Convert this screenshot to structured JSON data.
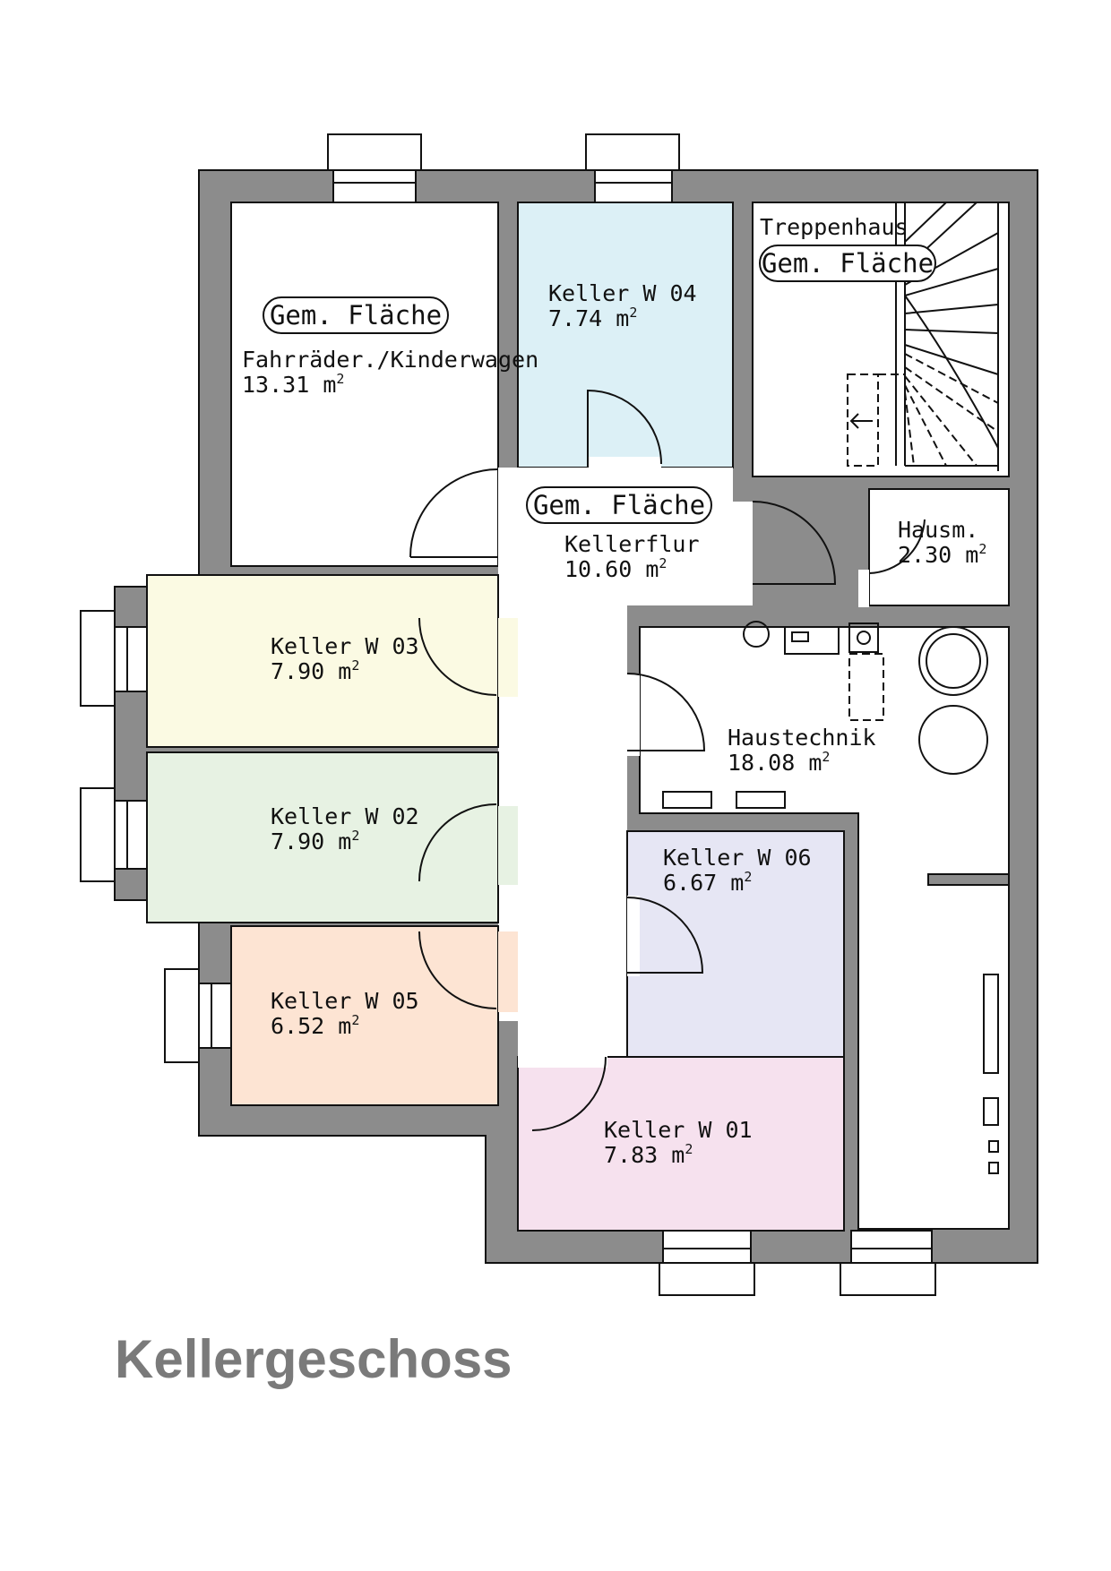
{
  "plan_title": "Kellergeschoss",
  "colors": {
    "wall": "#8c8c8c",
    "keller_w04": "#dcf0f6",
    "keller_w03": "#fbfae3",
    "keller_w02": "#e7f2e3",
    "keller_w05": "#fde4d3",
    "keller_w06": "#e6e6f4",
    "keller_w01": "#f6e1ee",
    "title_gray": "#7a7a7a"
  },
  "labels": {
    "gem_flaeche": "Gem. Fläche",
    "area_unit": "m",
    "area_exp": "2"
  },
  "rooms": {
    "fahrraeder": {
      "name": "Fahrräder./Kinderwagen",
      "area": "13.31"
    },
    "keller_w04": {
      "name": "Keller W 04",
      "area": "7.74"
    },
    "treppenhaus": {
      "name": "Treppenhaus"
    },
    "kellerflur": {
      "name": "Kellerflur",
      "area": "10.60"
    },
    "hausm": {
      "name": "Hausm.",
      "area": "2.30"
    },
    "keller_w03": {
      "name": "Keller W 03",
      "area": "7.90"
    },
    "haustechnik": {
      "name": "Haustechnik",
      "area": "18.08"
    },
    "keller_w02": {
      "name": "Keller W 02",
      "area": "7.90"
    },
    "keller_w06": {
      "name": "Keller W 06",
      "area": "6.67"
    },
    "keller_w05": {
      "name": "Keller W 05",
      "area": "6.52"
    },
    "keller_w01": {
      "name": "Keller W 01",
      "area": "7.83"
    }
  }
}
